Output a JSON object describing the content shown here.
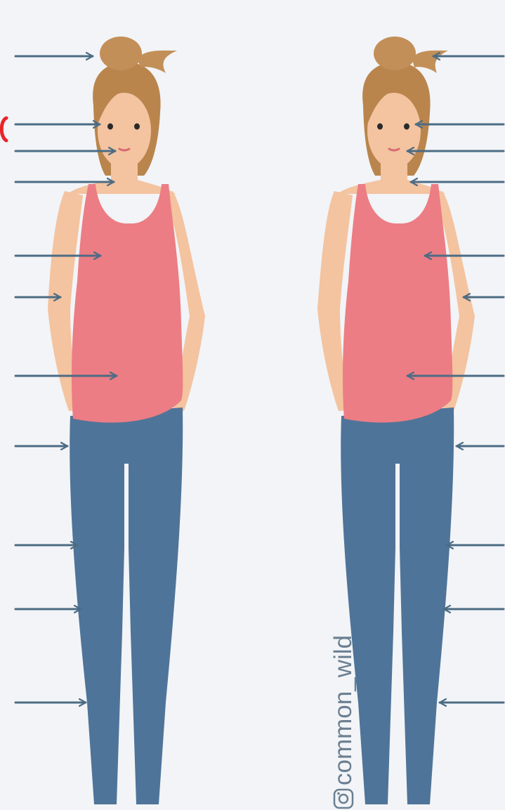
{
  "watermark": {
    "handle": "common_wild",
    "icon": "instagram-icon"
  },
  "figures": [
    {
      "name": "figure-left",
      "arrow_direction": "right"
    },
    {
      "name": "figure-right",
      "arrow_direction": "left"
    }
  ],
  "arrow_count_per_side": 11,
  "colors": {
    "background": "#f2f4f7",
    "skin": "#f4c39f",
    "hair": "#b9854d",
    "tank_top": "#ec7d84",
    "jeans": "#4f7499",
    "arrow": "#4c6c84",
    "watermark": "#6b7f91",
    "marker": "#e8242a"
  }
}
